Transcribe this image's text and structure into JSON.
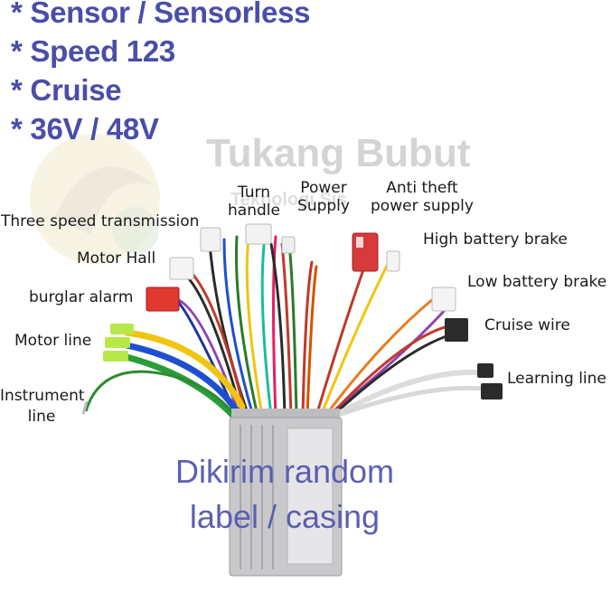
{
  "specs": [
    "* Sensor / Sensorless",
    "* Speed 123",
    "* Cruise",
    "* 36V / 48V"
  ],
  "watermark": {
    "line1": "Tukang Bubut",
    "line2": "Teknologi Sis"
  },
  "labels": {
    "three_speed": "Three speed transmission",
    "motor_hall": "Motor Hall",
    "burglar_alarm": "burglar alarm",
    "motor_line": "Motor line",
    "instrument_line_1": "Instrument",
    "instrument_line_2": "line",
    "turn_handle_1": "Turn",
    "turn_handle_2": "handle",
    "power_supply_1": "Power",
    "power_supply_2": "Supply",
    "anti_theft_1": "Anti theft",
    "anti_theft_2": "power supply",
    "high_battery_brake": "High battery brake",
    "low_battery_brake": "Low battery brake",
    "cruise_wire": "Cruise wire",
    "learning_line": "Learning line"
  },
  "overlay": {
    "line1": "Dikirim random",
    "line2": "label / casing"
  },
  "colors": {
    "spec_text": "#4a4ea8",
    "overlay_text": "#5b5fb0",
    "case_body": "#c9c9cc"
  }
}
